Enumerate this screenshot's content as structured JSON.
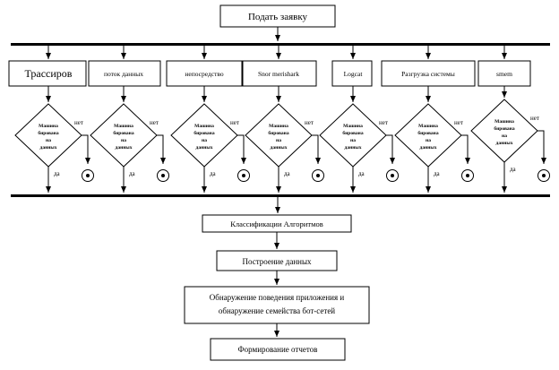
{
  "start": "Подать заявку",
  "branches": [
    {
      "label": "Трассиров",
      "decision": [
        "Машина",
        "бирована",
        "на",
        "данных"
      ],
      "no": "нет",
      "yes": "да"
    },
    {
      "label": "поток данных",
      "decision": [
        "Машина",
        "бирована",
        "на",
        "данных"
      ],
      "no": "нет",
      "yes": "да"
    },
    {
      "label": "непосредство",
      "decision": [
        "Машина",
        "бирована",
        "на",
        "данных"
      ],
      "no": "нет",
      "yes": "да"
    },
    {
      "label": "Snor merishark",
      "decision": [
        "Машина",
        "бирована",
        "на",
        "данных"
      ],
      "no": "нет",
      "yes": "да"
    },
    {
      "label": "Logcat",
      "decision": [
        "Машина",
        "бирована",
        "на",
        "данных"
      ],
      "no": "нет",
      "yes": "да"
    },
    {
      "label": "Разгрузка системы",
      "decision": [
        "Машина",
        "бирована",
        "на",
        "данных"
      ],
      "no": "нет",
      "yes": "да"
    },
    {
      "label": "smem",
      "decision": [
        "Машина",
        "бирована",
        "на",
        "данных"
      ],
      "no": "нет",
      "yes": "да"
    }
  ],
  "steps": [
    [
      "Классификации Алгоритмов"
    ],
    [
      "Построение данных"
    ],
    [
      "Обнаружение поведения приложения и",
      "обнаружение семейства бот-сетей"
    ],
    [
      "Формирование отчетов"
    ]
  ]
}
